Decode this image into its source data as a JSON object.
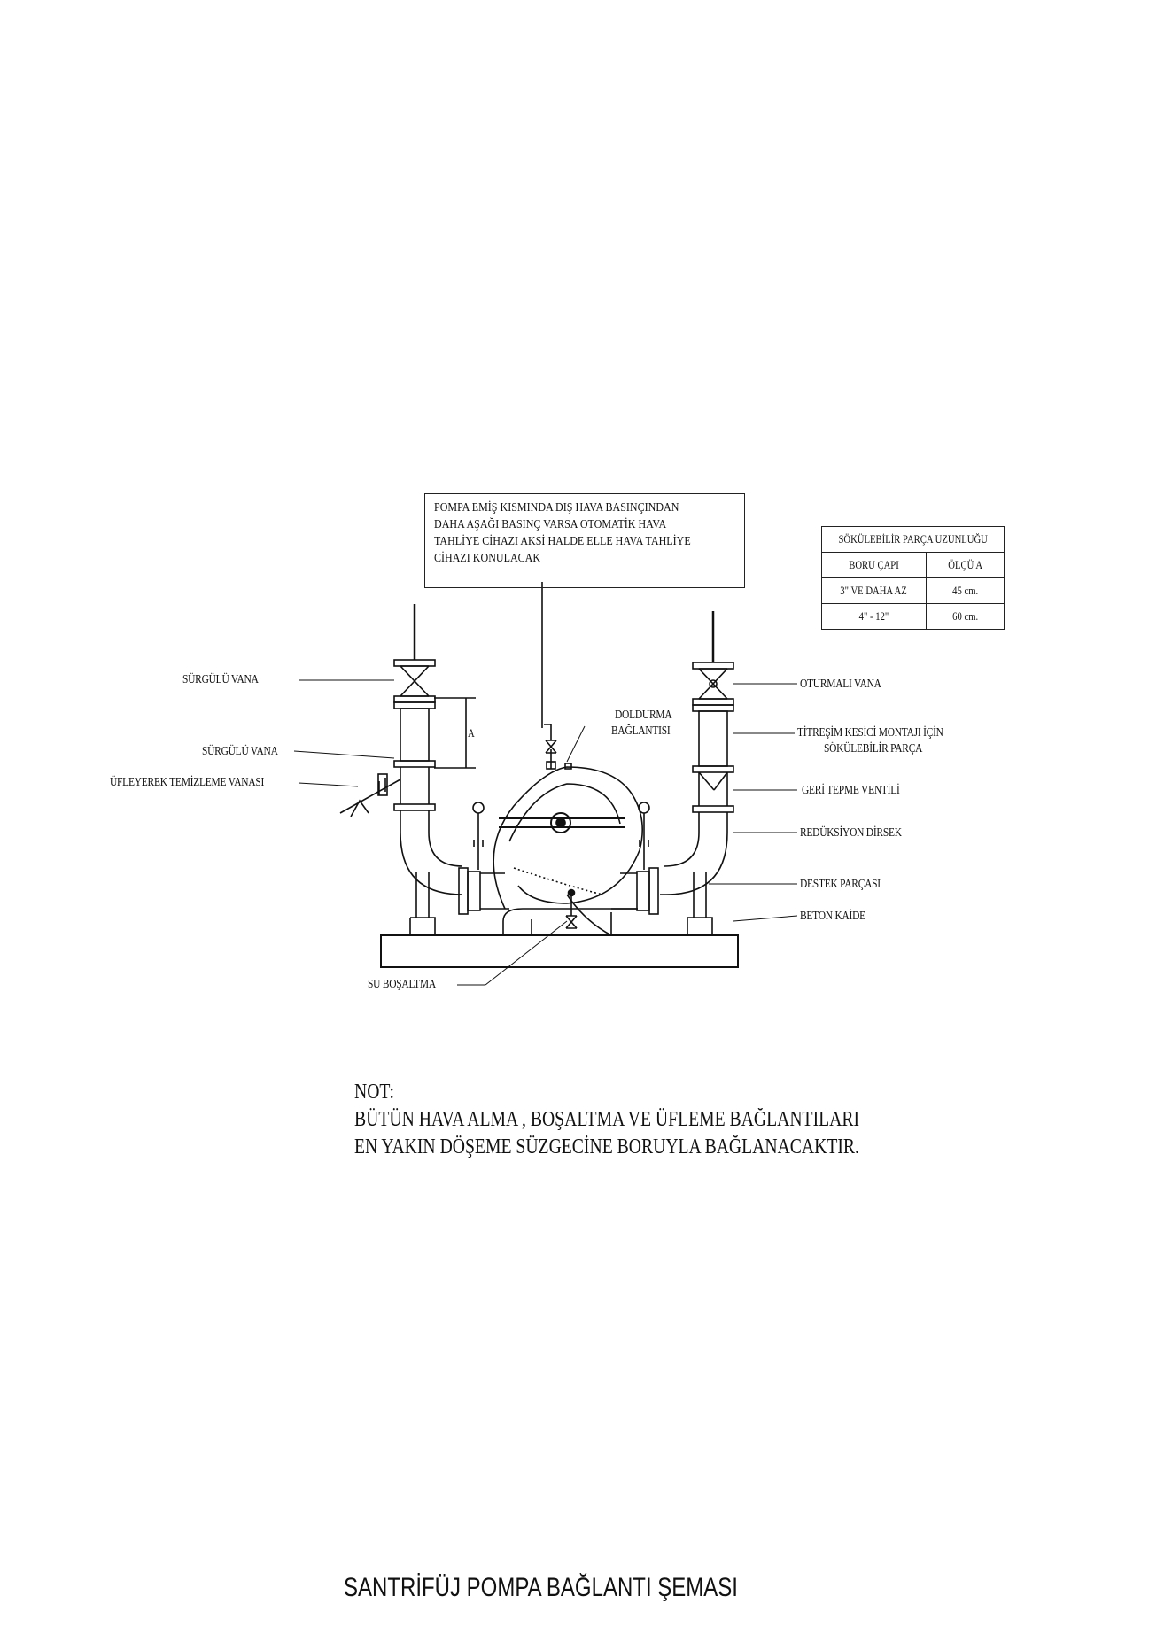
{
  "title": "SANTRİFÜJ POMPA BAĞLANTI ŞEMASI",
  "top_note": [
    "POMPA EMİŞ KISMINDA DIŞ HAVA BASINÇINDAN",
    "DAHA AŞAĞI BASINÇ VARSA OTOMATİK HAVA",
    "TAHLİYE CİHAZI AKSİ HALDE ELLE HAVA TAHLİYE",
    "CİHAZI KONULACAK"
  ],
  "table": {
    "title": "SÖKÜLEBİLİR PARÇA UZUNLUĞU",
    "headers": [
      "BORU ÇAPI",
      "ÖLÇÜ A"
    ],
    "rows": [
      [
        "3\" VE DAHA AZ",
        "45 cm."
      ],
      [
        "4\" - 12\"",
        "60 cm."
      ]
    ]
  },
  "labels": {
    "left_valve_top": "SÜRGÜLÜ VANA",
    "left_valve_bottom": "SÜRGÜLÜ VANA",
    "blow_valve": "ÜFLEYEREK TEMİZLEME VANASI",
    "fill_line1": "DOLDURMA",
    "fill_line2": "BAĞLANTISI",
    "dim_a": "A",
    "drain": "SU BOŞALTMA",
    "right_valve": "OTURMALI VANA",
    "removable_line1": "TİTREŞİM KESİCİ MONTAJI İÇİN",
    "removable_line2": "SÖKÜLEBİLİR PARÇA",
    "check_valve": "GERİ TEPME VENTİLİ",
    "reduction": "REDÜKSİYON DİRSEK",
    "support": "DESTEK PARÇASI",
    "base": "BETON KAİDE"
  },
  "bottom_note": [
    "NOT:",
    "BÜTÜN HAVA ALMA , BOŞALTMA  VE ÜFLEME BAĞLANTILARI",
    "EN YAKIN DÖŞEME SÜZGECİNE BORUYLA BAĞLANACAKTIR."
  ]
}
